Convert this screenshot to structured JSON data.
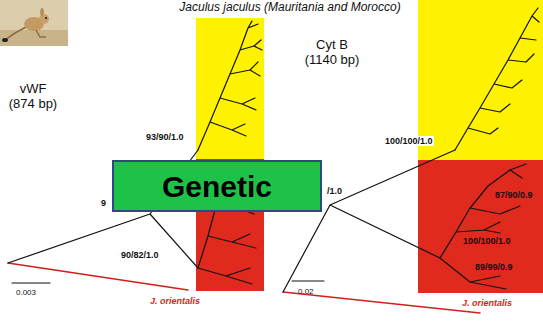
{
  "diagram": {
    "title": "Jaculus jaculus (Mauritania and Morocco)",
    "nodes": [
      {
        "text": [
          "Genetic"
        ]
      }
    ],
    "labels": [
      "vWF (874 bp)",
      "Cyt B (1140 bp)",
      "93/90/1.0",
      "9",
      "90/82/1.0",
      "0.003",
      "J. orientalis",
      "/1.0",
      "100/100/1.0",
      "87/90/0.9",
      "100/100/1.0",
      "89/99/0.9",
      "0.02",
      "J. orientalis"
    ]
  }
}
